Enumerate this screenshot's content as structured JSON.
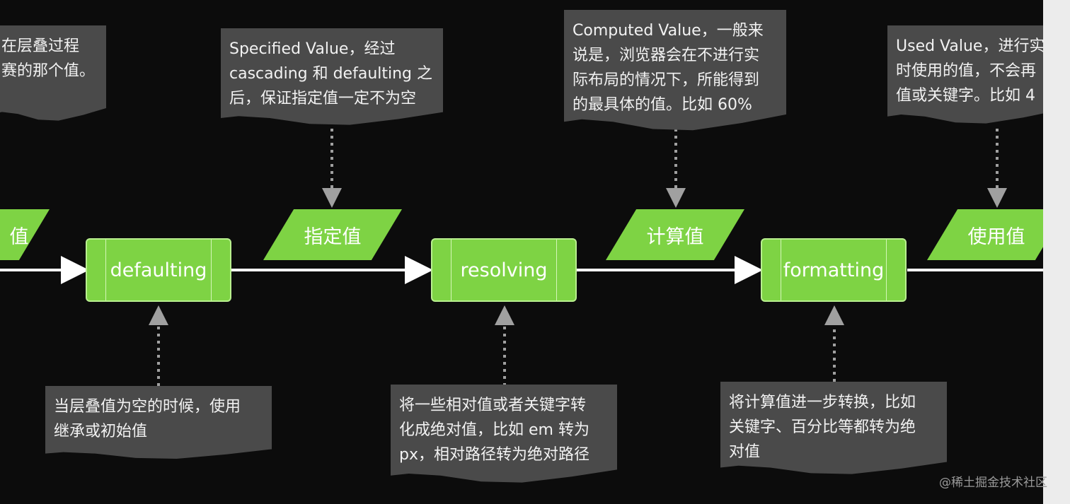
{
  "colors": {
    "background": "#0c0c0c",
    "node_green": "#7ed344",
    "note_gray": "#4a4a4a",
    "arrow_white": "#ffffff",
    "connector_gray": "#9a9a9a"
  },
  "values": [
    {
      "id": "cascaded",
      "label": "值"
    },
    {
      "id": "specified",
      "label": "指定值"
    },
    {
      "id": "computed",
      "label": "计算值"
    },
    {
      "id": "used",
      "label": "使用值"
    }
  ],
  "processes": [
    {
      "id": "defaulting",
      "label": "defaulting"
    },
    {
      "id": "resolving",
      "label": "resolving"
    },
    {
      "id": "formatting",
      "label": "formatting"
    }
  ],
  "notes_top": [
    {
      "id": "cascaded",
      "lines": [
        "在层叠过程",
        "赛的那个值。"
      ]
    },
    {
      "id": "specified",
      "lines": [
        "Specified Value，经过",
        "cascading 和 defaulting 之",
        "后，保证指定值一定不为空"
      ]
    },
    {
      "id": "computed",
      "lines": [
        "Computed Value，一般来",
        "说是，浏览器会在不进行实",
        "际布局的情况下，所能得到",
        "的最具体的值。比如 60%"
      ]
    },
    {
      "id": "used",
      "lines": [
        "Used Value，进行实",
        "时使用的值，不会再",
        "值或关键字。比如 4"
      ]
    }
  ],
  "notes_bottom": [
    {
      "id": "defaulting",
      "lines": [
        "当层叠值为空的时候，使用",
        "继承或初始值"
      ]
    },
    {
      "id": "resolving",
      "lines": [
        "将一些相对值或者关键字转",
        "化成绝对值，比如 em 转为",
        "px，相对路径转为绝对路径"
      ]
    },
    {
      "id": "formatting",
      "lines": [
        "将计算值进一步转换，比如",
        "关键字、百分比等都转为绝",
        "对值"
      ]
    }
  ],
  "watermark": "@稀土掘金技术社区"
}
